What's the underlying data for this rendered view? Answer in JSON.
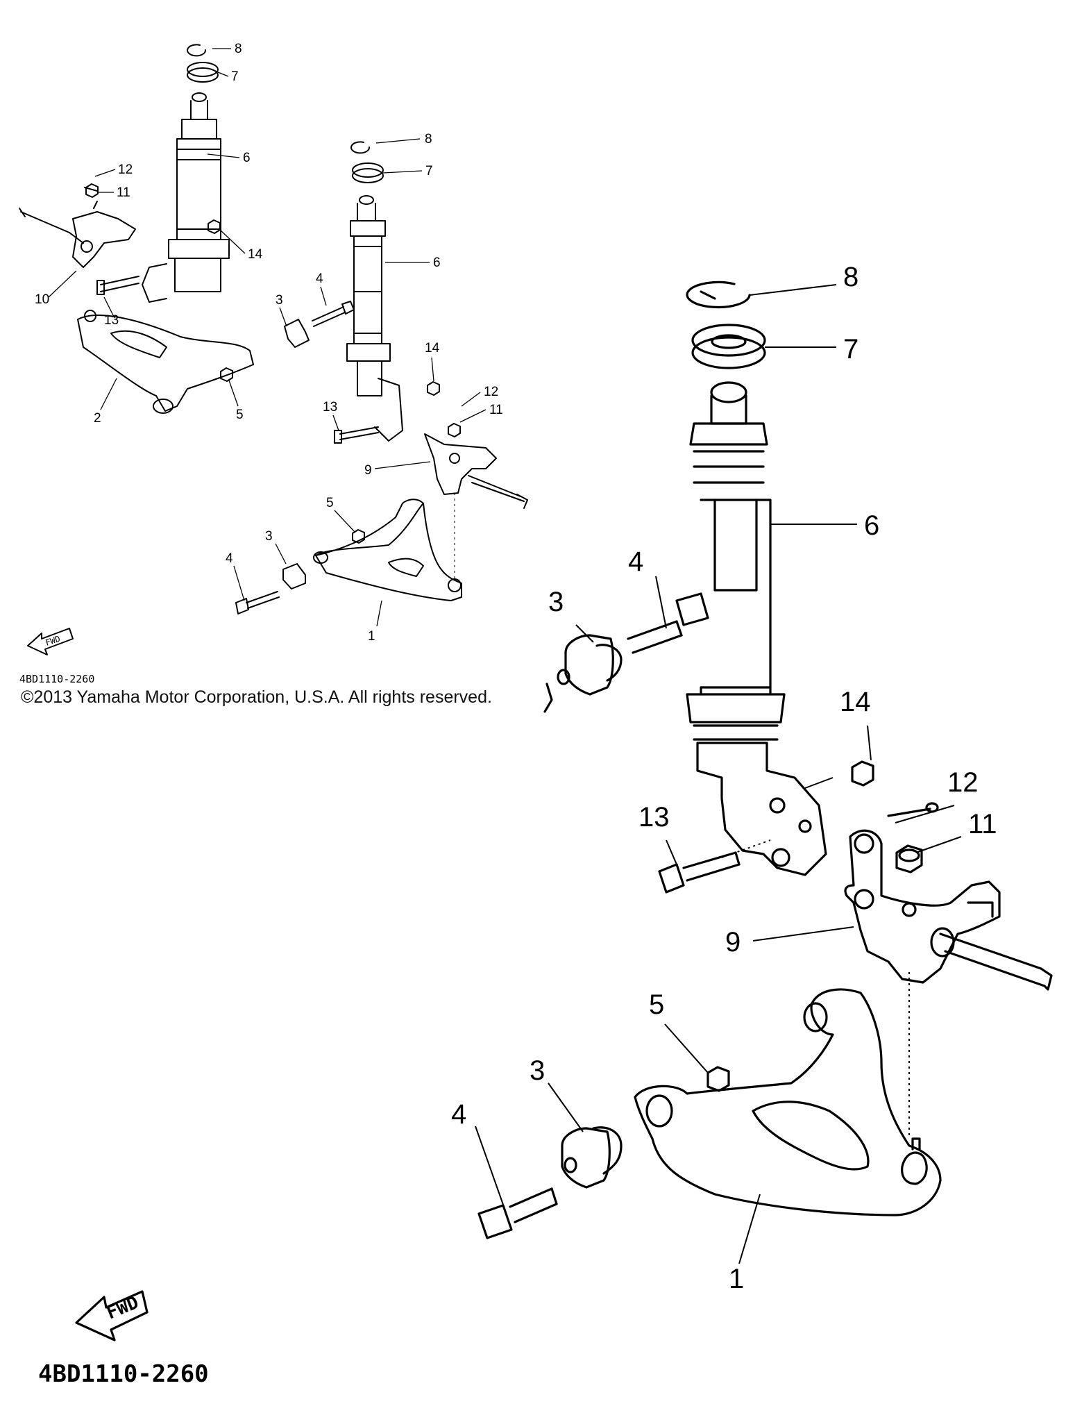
{
  "copyright": "©2013 Yamaha Motor Corporation, U.S.A. All rights reserved.",
  "small_view": {
    "diagram_code": "4BD1110-2260",
    "fwd_label": "FWD",
    "callouts": [
      "8",
      "7",
      "6",
      "12",
      "11",
      "14",
      "10",
      "13",
      "4",
      "3",
      "2",
      "5",
      "8",
      "7",
      "6",
      "14",
      "12",
      "11",
      "13",
      "9",
      "5",
      "3",
      "4",
      "1"
    ]
  },
  "large_view": {
    "diagram_code": "4BD1110-2260",
    "fwd_label": "FWD",
    "callouts": [
      "8",
      "7",
      "6",
      "4",
      "3",
      "14",
      "12",
      "13",
      "11",
      "9",
      "5",
      "3",
      "4",
      "1"
    ]
  },
  "colors": {
    "ink": "#000000",
    "background": "#ffffff"
  }
}
